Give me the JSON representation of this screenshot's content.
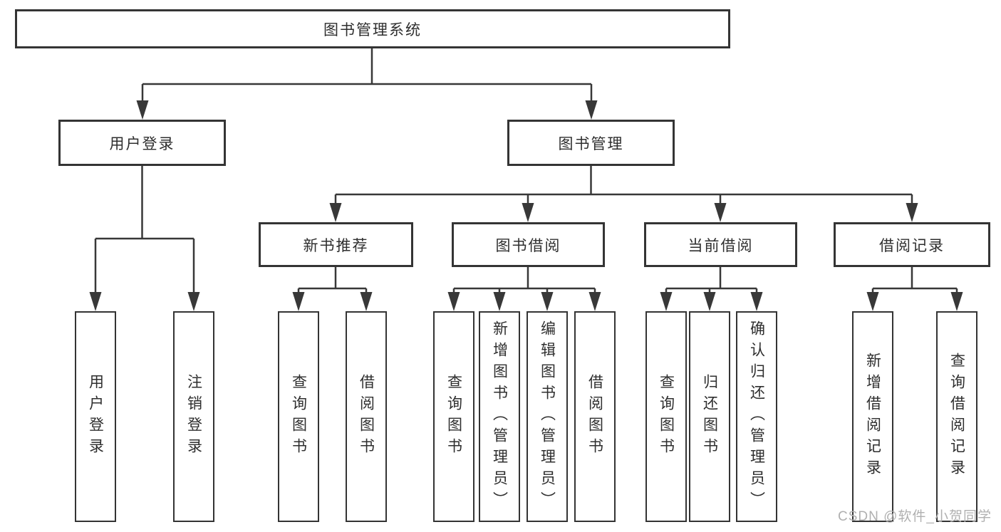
{
  "diagram_title": "图书管理系统",
  "nodes": {
    "root": {
      "label": "图书管理系统"
    },
    "user_login": {
      "label": "用户登录",
      "children": [
        {
          "label": "用户登录"
        },
        {
          "label": "注销登录"
        }
      ]
    },
    "book_management": {
      "label": "图书管理"
    },
    "new_book_recommend": {
      "label": "新书推荐",
      "children": [
        {
          "label": "查询图书"
        },
        {
          "label": "借阅图书"
        }
      ]
    },
    "book_borrowing": {
      "label": "图书借阅",
      "children": [
        {
          "label": "查询图书"
        },
        {
          "label": "新增图书（管理员）"
        },
        {
          "label": "编辑图书（管理员）"
        },
        {
          "label": "借阅图书"
        }
      ]
    },
    "current_borrowing": {
      "label": "当前借阅",
      "children": [
        {
          "label": "查询图书"
        },
        {
          "label": "归还图书"
        },
        {
          "label": "确认归还（管理员）"
        }
      ]
    },
    "borrowing_records": {
      "label": "借阅记录",
      "children": [
        {
          "label": "新增借阅记录"
        },
        {
          "label": "查询借阅记录"
        }
      ]
    }
  },
  "watermark": {
    "text": "CSDN @软件_小贺同学"
  },
  "colors": {
    "line": "#383838",
    "box_border": "#343434",
    "text": "#2e2e2e",
    "watermark": "#b0b0b0",
    "background": "#ffffff"
  }
}
